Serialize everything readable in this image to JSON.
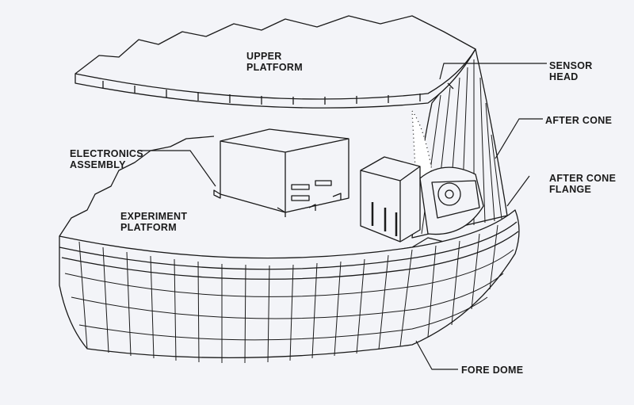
{
  "labels": {
    "upper_platform": "UPPER\nPLATFORM",
    "sensor_head": "SENSOR\nHEAD",
    "after_cone": "AFTER CONE",
    "after_cone_flange": "AFTER CONE\nFLANGE",
    "electronics_assembly": "ELECTRONICS\nASSEMBLY",
    "experiment_platform": "EXPERIMENT\nPLATFORM",
    "fore_dome": "FORE DOME"
  }
}
